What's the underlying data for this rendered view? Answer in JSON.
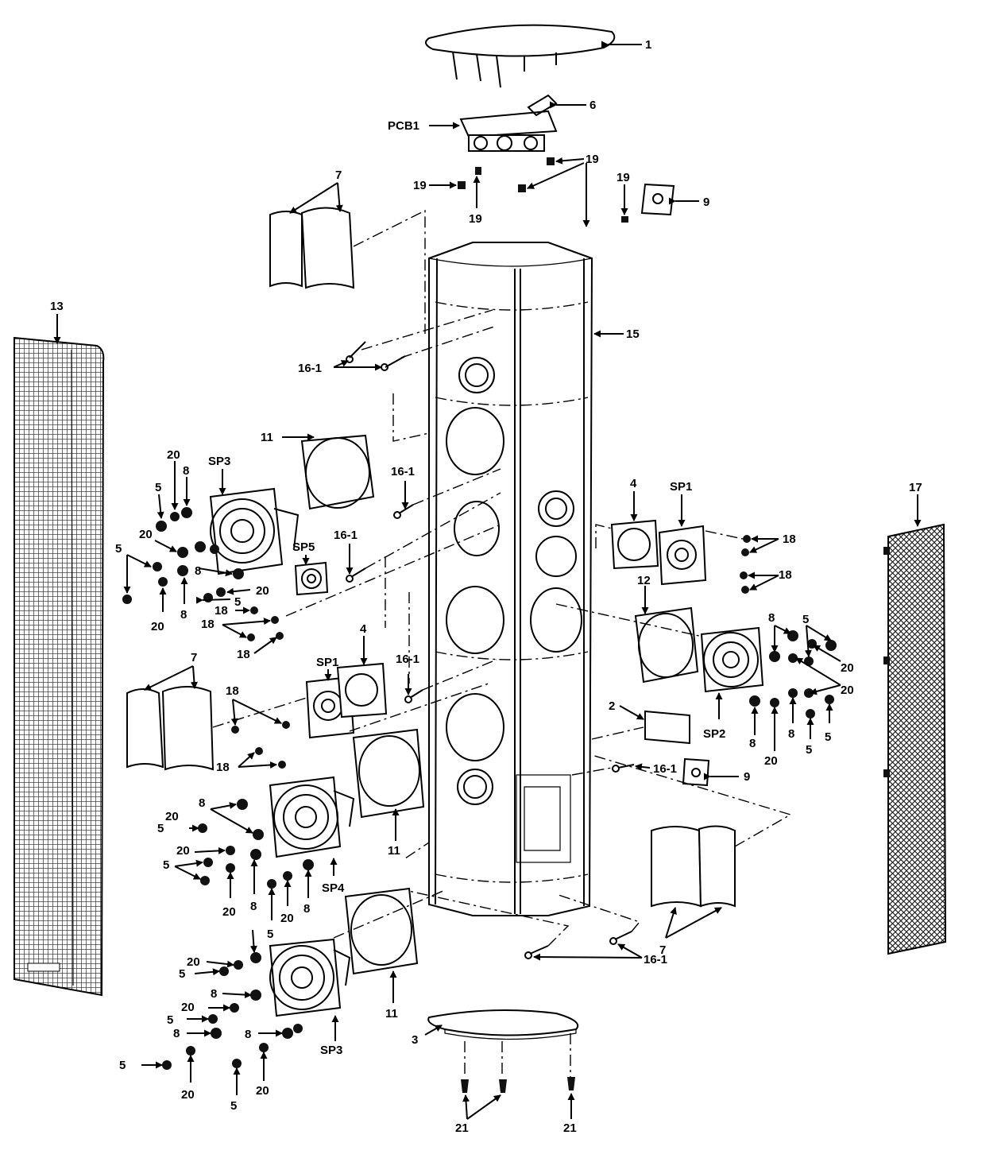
{
  "labels": [
    {
      "id": "l1",
      "text": "1"
    },
    {
      "id": "l6",
      "text": "6"
    },
    {
      "id": "lpcb",
      "text": "PCB1"
    },
    {
      "id": "l19a",
      "text": "19"
    },
    {
      "id": "l19b",
      "text": "19"
    },
    {
      "id": "l19c",
      "text": "19"
    },
    {
      "id": "l19d",
      "text": "19"
    },
    {
      "id": "l9a",
      "text": "9"
    },
    {
      "id": "l7a",
      "text": "7"
    },
    {
      "id": "l13",
      "text": "13"
    },
    {
      "id": "l15",
      "text": "15"
    },
    {
      "id": "l161a",
      "text": "16-1"
    },
    {
      "id": "l11a",
      "text": "11"
    },
    {
      "id": "lsp3a",
      "text": "SP3"
    },
    {
      "id": "l20a",
      "text": "20"
    },
    {
      "id": "l8a",
      "text": "8"
    },
    {
      "id": "l5a",
      "text": "5"
    },
    {
      "id": "l20b",
      "text": "20"
    },
    {
      "id": "l5b",
      "text": "5"
    },
    {
      "id": "l8b",
      "text": "8"
    },
    {
      "id": "l20c",
      "text": "20"
    },
    {
      "id": "l5c",
      "text": "5"
    },
    {
      "id": "l8c",
      "text": "8"
    },
    {
      "id": "l20d",
      "text": "20"
    },
    {
      "id": "l161b",
      "text": "16-1"
    },
    {
      "id": "l161c",
      "text": "16-1"
    },
    {
      "id": "lsp5",
      "text": "SP5"
    },
    {
      "id": "l18a",
      "text": "18"
    },
    {
      "id": "l18b",
      "text": "18"
    },
    {
      "id": "l18c",
      "text": "18"
    },
    {
      "id": "l4a",
      "text": "4"
    },
    {
      "id": "lsp1a",
      "text": "SP1"
    },
    {
      "id": "l18d",
      "text": "18"
    },
    {
      "id": "l18e",
      "text": "18"
    },
    {
      "id": "l17",
      "text": "17"
    },
    {
      "id": "l12",
      "text": "12"
    },
    {
      "id": "l8d",
      "text": "8"
    },
    {
      "id": "l5d",
      "text": "5"
    },
    {
      "id": "l20e",
      "text": "20"
    },
    {
      "id": "l20f",
      "text": "20"
    },
    {
      "id": "lsp2",
      "text": "SP2"
    },
    {
      "id": "l8e",
      "text": "8"
    },
    {
      "id": "l20g",
      "text": "20"
    },
    {
      "id": "l8f",
      "text": "8"
    },
    {
      "id": "l5e",
      "text": "5"
    },
    {
      "id": "l5f",
      "text": "5"
    },
    {
      "id": "l2",
      "text": "2"
    },
    {
      "id": "l161d",
      "text": "16-1"
    },
    {
      "id": "l9b",
      "text": "9"
    },
    {
      "id": "l161e",
      "text": "16-1"
    },
    {
      "id": "lsp1b",
      "text": "SP1"
    },
    {
      "id": "l4b",
      "text": "4"
    },
    {
      "id": "l7b",
      "text": "7"
    },
    {
      "id": "l18f",
      "text": "18"
    },
    {
      "id": "l18g",
      "text": "18"
    },
    {
      "id": "l8g",
      "text": "8"
    },
    {
      "id": "l20h",
      "text": "20"
    },
    {
      "id": "l5g",
      "text": "5"
    },
    {
      "id": "l20i",
      "text": "20"
    },
    {
      "id": "l5h",
      "text": "5"
    },
    {
      "id": "l20j",
      "text": "20"
    },
    {
      "id": "l8h",
      "text": "8"
    },
    {
      "id": "l11b",
      "text": "11"
    },
    {
      "id": "lsp4",
      "text": "SP4"
    },
    {
      "id": "l8i",
      "text": "8"
    },
    {
      "id": "l20k",
      "text": "20"
    },
    {
      "id": "l5i",
      "text": "5"
    },
    {
      "id": "l7c",
      "text": "7"
    },
    {
      "id": "l161f",
      "text": "16-1"
    },
    {
      "id": "l20l",
      "text": "20"
    },
    {
      "id": "l5j",
      "text": "5"
    },
    {
      "id": "l8j",
      "text": "8"
    },
    {
      "id": "l20m",
      "text": "20"
    },
    {
      "id": "l5k",
      "text": "5"
    },
    {
      "id": "l8k",
      "text": "8"
    },
    {
      "id": "l8l",
      "text": "8"
    },
    {
      "id": "lsp3b",
      "text": "SP3"
    },
    {
      "id": "l11c",
      "text": "11"
    },
    {
      "id": "l5l",
      "text": "5"
    },
    {
      "id": "l20n",
      "text": "20"
    },
    {
      "id": "l5m",
      "text": "5"
    },
    {
      "id": "l20o",
      "text": "20"
    },
    {
      "id": "l3",
      "text": "3"
    },
    {
      "id": "l21a",
      "text": "21"
    },
    {
      "id": "l21b",
      "text": "21"
    }
  ]
}
